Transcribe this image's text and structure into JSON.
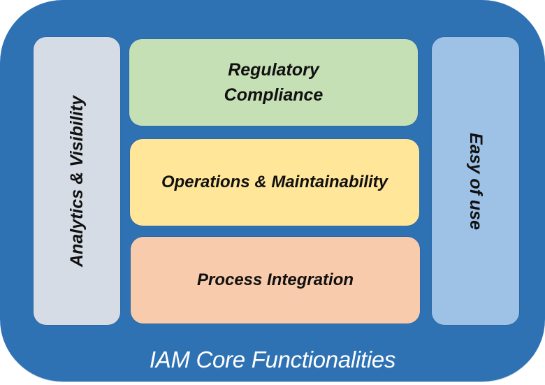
{
  "diagram": {
    "title": "IAM Core Functionalities",
    "left_pillar": {
      "label": "Analytics & Visibility",
      "color": "#d6dce6"
    },
    "right_pillar": {
      "label": "Easy of use",
      "color": "#9dc2e6"
    },
    "center_blocks": [
      {
        "label_line1": "Regulatory",
        "label_line2": "Compliance",
        "color": "#c6e0b6"
      },
      {
        "label": "Operations & Maintainability",
        "color": "#ffe699"
      },
      {
        "label": "Process Integration",
        "color": "#f8cbad"
      }
    ],
    "container_color": "#2f72b4"
  }
}
